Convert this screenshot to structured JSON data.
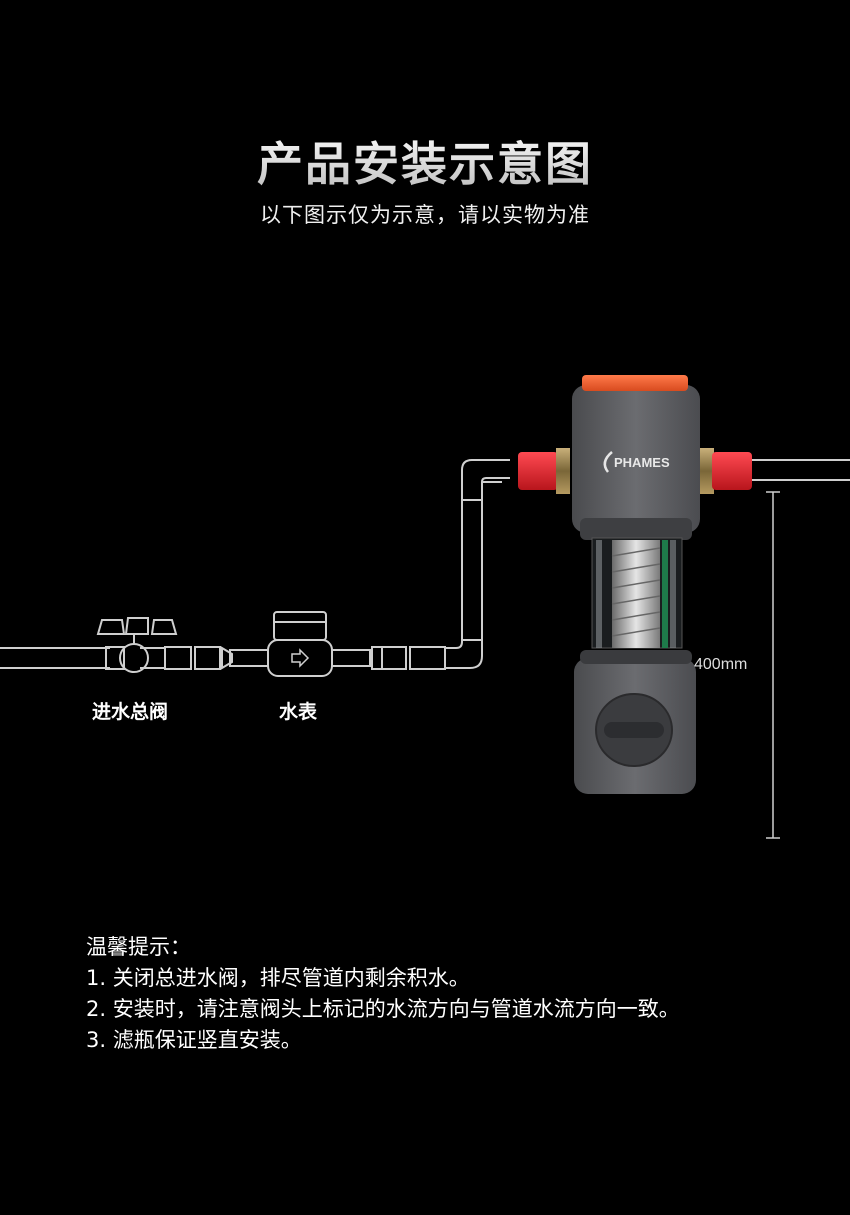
{
  "header": {
    "title": "产品安装示意图",
    "subtitle": "以下图示仅为示意，请以实物为准"
  },
  "diagram": {
    "inlet_valve_label": "进水总阀",
    "water_meter_label": "水表",
    "brand_label": "PHAMES",
    "height_label": "400mm",
    "accent_color": "#e8452a",
    "connector_color": "#d8272f"
  },
  "tips": {
    "heading": "温馨提示：",
    "items": [
      "1. 关闭总进水阀，排尽管道内剩余积水。",
      "2. 安装时，请注意阀头上标记的水流方向与管道水流方向一致。",
      "3. 滤瓶保证竖直安装。"
    ]
  }
}
